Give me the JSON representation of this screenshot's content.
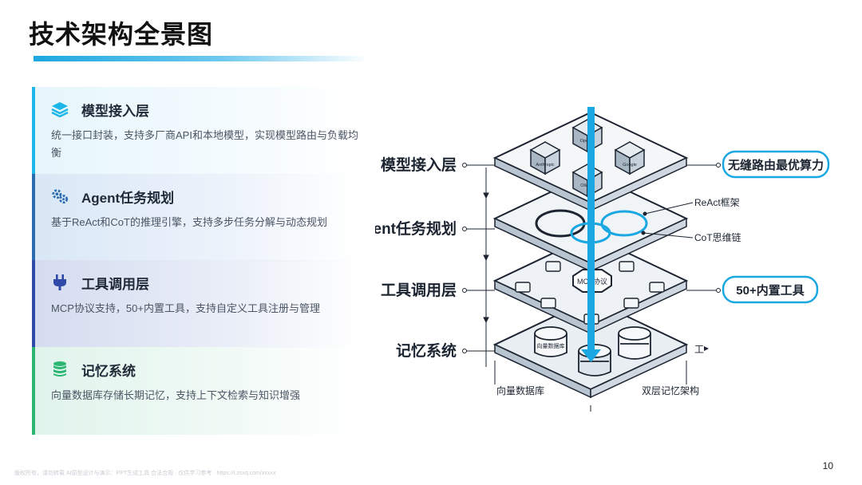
{
  "slide": {
    "title": "技术架构全景图",
    "page_number": "10",
    "footer": "版权所有，请勿转载  AI原型设计与演示：PPT生成工具    合法合规 · 仅供学习参考 · https://t.zsxq.com/xxxxx"
  },
  "cards": [
    {
      "title": "模型接入层",
      "desc": "统一接口封装，支持多厂商API和本地模型，实现模型路由与负载均衡",
      "icon": "layers-icon",
      "accent": "#1cb6e8"
    },
    {
      "title": "Agent任务规划",
      "desc": "基于ReAct和CoT的推理引擎，支持多步任务分解与动态规划",
      "icon": "gears-icon",
      "accent": "#2b6cb0"
    },
    {
      "title": "工具调用层",
      "desc": "MCP协议支持，50+内置工具，支持自定义工具注册与管理",
      "icon": "plug-icon",
      "accent": "#2f4aa8"
    },
    {
      "title": "记忆系统",
      "desc": "向量数据库存储长期记忆，支持上下文检索与知识增强",
      "icon": "database-icon",
      "accent": "#2bb673"
    }
  ],
  "diagram": {
    "layer_labels": [
      "模型接入层",
      "Agent任务规划",
      "工具调用层",
      "记忆系统"
    ],
    "callouts": {
      "top": "无缝路由最优算力",
      "tools": "50+内置工具"
    },
    "annotations": {
      "react": "ReAct框架",
      "cot": "CoT思维链",
      "mcp": "MCP协议",
      "vector_db": "向量数据库",
      "dual_memory": "双层记忆架构",
      "tool_short": "工"
    },
    "model_boxes": [
      "OpenAI",
      "Google",
      "Anthropic",
      "Ollama"
    ],
    "db_label": "向量数据库",
    "colors": {
      "accent": "#1aa7e2",
      "dark": "#1b2430"
    }
  }
}
